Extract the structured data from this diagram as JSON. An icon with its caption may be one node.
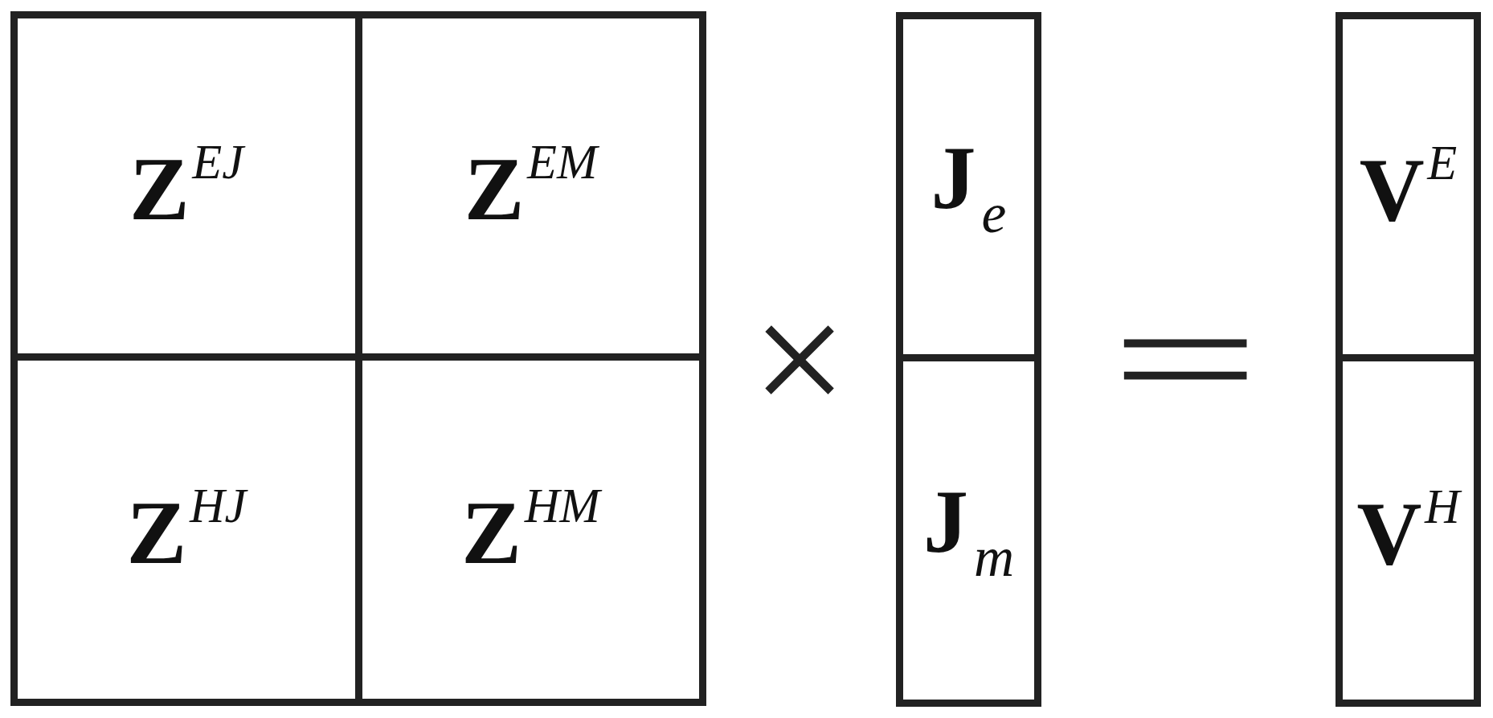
{
  "diagram": {
    "nodes": [
      {
        "text": [],
        "shape": "box"
      },
      {
        "text": [
          "**Z**$^{EJ}$"
        ],
        "in": 0
      },
      {
        "text": [
          "**Z**$^{EM}$"
        ],
        "in": 0
      },
      {
        "text": [
          "**Z**$^{HJ}$"
        ],
        "in": 0
      },
      {
        "text": [
          "**Z**$^{HM}$"
        ],
        "in": 0
      },
      {
        "text": [],
        "shape": "box"
      },
      {
        "text": [
          "**J**$_{e}$"
        ],
        "in": 5
      },
      {
        "text": [
          "**J**$_{m}$"
        ],
        "in": 5
      },
      {
        "text": [],
        "shape": "box"
      },
      {
        "text": [
          "**V**$^{E}$"
        ],
        "in": 8
      },
      {
        "text": [
          "**V**$^{H}$"
        ],
        "in": 8
      }
    ],
    "labels": [
      "×",
      "="
    ]
  }
}
